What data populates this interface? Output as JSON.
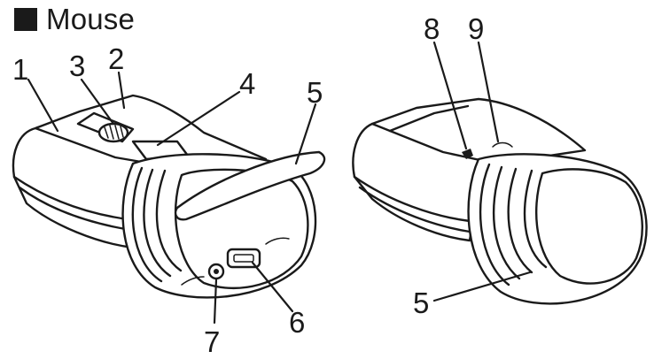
{
  "title": "Mouse",
  "icons": {
    "title_marker": "filled-square-icon"
  },
  "callouts": [
    {
      "label": "1"
    },
    {
      "label": "2"
    },
    {
      "label": "3"
    },
    {
      "label": "4"
    },
    {
      "label": "5"
    },
    {
      "label": "6"
    },
    {
      "label": "7"
    },
    {
      "label": "8"
    },
    {
      "label": "9"
    },
    {
      "label": "5"
    }
  ]
}
